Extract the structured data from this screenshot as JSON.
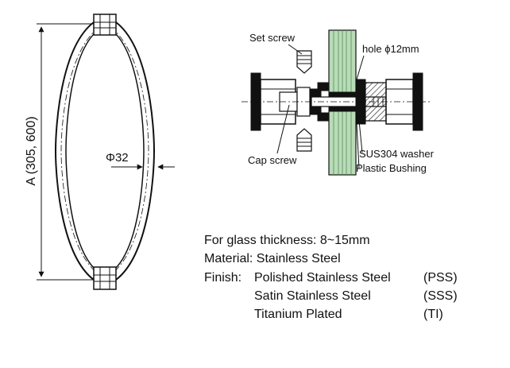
{
  "handle": {
    "dimension_label": "A (305, 600)",
    "diameter_label": "Φ32"
  },
  "section": {
    "labels": {
      "set_screw": "Set screw",
      "hole": "hole ϕ12mm",
      "cap_screw": "Cap screw",
      "washer": "SUS304 washer",
      "bushing": "Plastic Bushing"
    },
    "glass_color": "#b7dcb7"
  },
  "specs": {
    "glass_thickness": "For glass thickness: 8~15mm",
    "material": "Material: Stainless Steel",
    "finish_heading": "Finish:",
    "finishes": [
      {
        "name": "Polished Stainless Steel",
        "code": "(PSS)"
      },
      {
        "name": "Satin Stainless Steel",
        "code": "(SSS)"
      },
      {
        "name": "Titanium Plated",
        "code": "(TI)"
      }
    ]
  }
}
